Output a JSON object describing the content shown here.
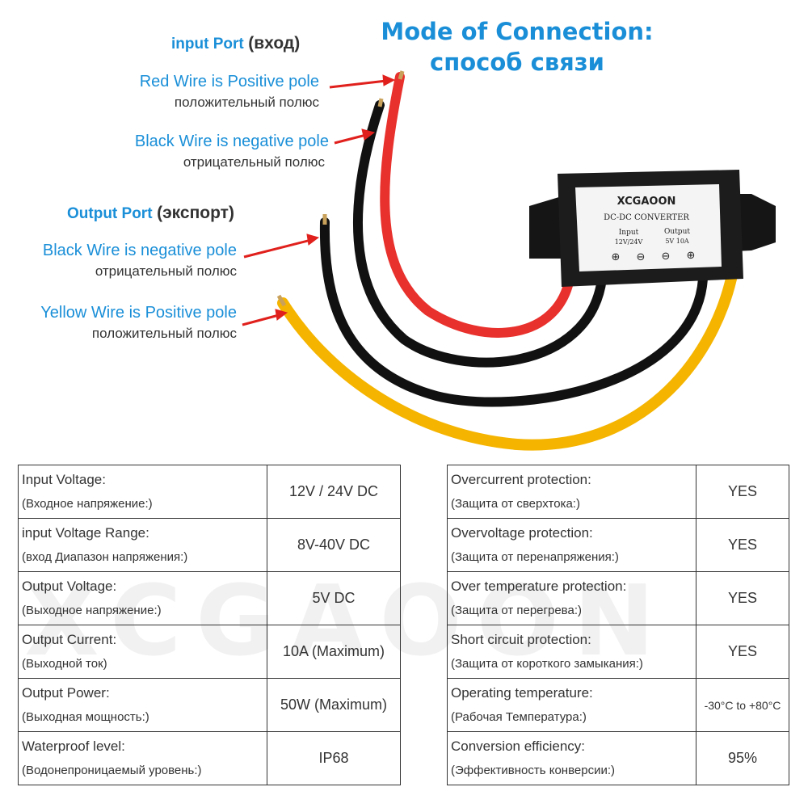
{
  "header": {
    "title_en": "Mode of Connection:",
    "title_ru": "способ связи"
  },
  "input_port": {
    "label_en": "input Port",
    "label_ru": "(вход)",
    "red_en": "Red Wire is Positive pole",
    "red_ru": "положительный полюс",
    "black_en": "Black Wire is negative pole",
    "black_ru": "отрицательный полюс"
  },
  "output_port": {
    "label_en": "Output Port",
    "label_ru": "(экспорт)",
    "black_en": "Black Wire is negative pole",
    "black_ru": "отрицательный полюс",
    "yellow_en": "Yellow Wire is Positive pole",
    "yellow_ru": "положительный полюс"
  },
  "device": {
    "brand": "XCGAOON",
    "model": "DC-DC CONVERTER",
    "input_label": "Input",
    "input_value": "12V/24V",
    "output_label": "Output",
    "output_value": "5V 10A"
  },
  "watermark": "XCGAOON",
  "specs_left": [
    {
      "label_en": "Input Voltage:",
      "label_ru": "(Входное напряжение:)",
      "value": "12V / 24V DC"
    },
    {
      "label_en": "input Voltage Range:",
      "label_ru": "(вход Диапазон напряжения:)",
      "value": "8V-40V DC"
    },
    {
      "label_en": "Output Voltage:",
      "label_ru": "(Выходное напряжение:)",
      "value": "5V DC"
    },
    {
      "label_en": "Output Current:",
      "label_ru": "(Выходной ток)",
      "value": "10A (Maximum)"
    },
    {
      "label_en": "Output Power:",
      "label_ru": "(Выходная мощность:)",
      "value": "50W (Maximum)"
    },
    {
      "label_en": "Waterproof level:",
      "label_ru": "(Водонепроницаемый уровень:)",
      "value": "IP68"
    }
  ],
  "specs_right": [
    {
      "label_en": "Overcurrent protection:",
      "label_ru": "(Защита от сверхтока:)",
      "value": "YES"
    },
    {
      "label_en": "Overvoltage protection:",
      "label_ru": "(Защита от перенапряжения:)",
      "value": "YES"
    },
    {
      "label_en": "Over temperature protection:",
      "label_ru": "(Защита от перегрева:)",
      "value": "YES"
    },
    {
      "label_en": "Short circuit protection:",
      "label_ru": "(Защита от короткого замыкания:)",
      "value": "YES"
    },
    {
      "label_en": "Operating temperature:",
      "label_ru": "(Рабочая Температура:)",
      "value": "-30°C to +80°C"
    },
    {
      "label_en": "Conversion efficiency:",
      "label_ru": "(Эффективность конверсии:)",
      "value": "95%"
    }
  ],
  "colors": {
    "accent": "#1a8fd8",
    "red_wire": "#e8302c",
    "black_wire": "#111111",
    "yellow_wire": "#f5b400",
    "arrow": "#e0201c"
  }
}
